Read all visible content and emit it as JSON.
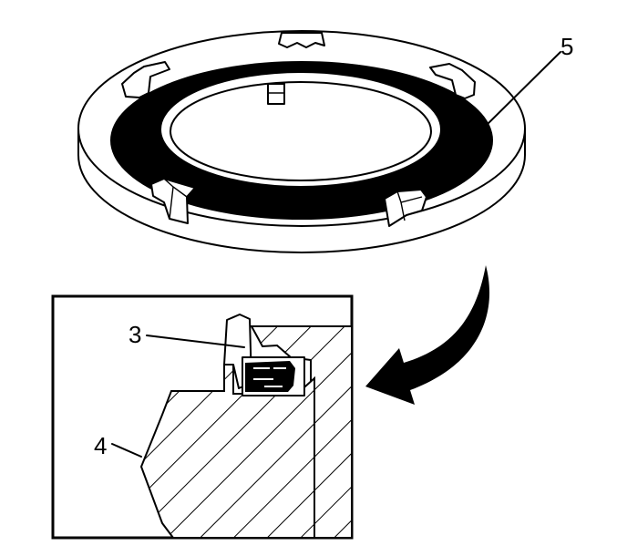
{
  "callouts": {
    "ring": "5",
    "seal": "3",
    "piston": "4"
  },
  "colors": {
    "ink": "#000000",
    "paper": "#ffffff"
  }
}
